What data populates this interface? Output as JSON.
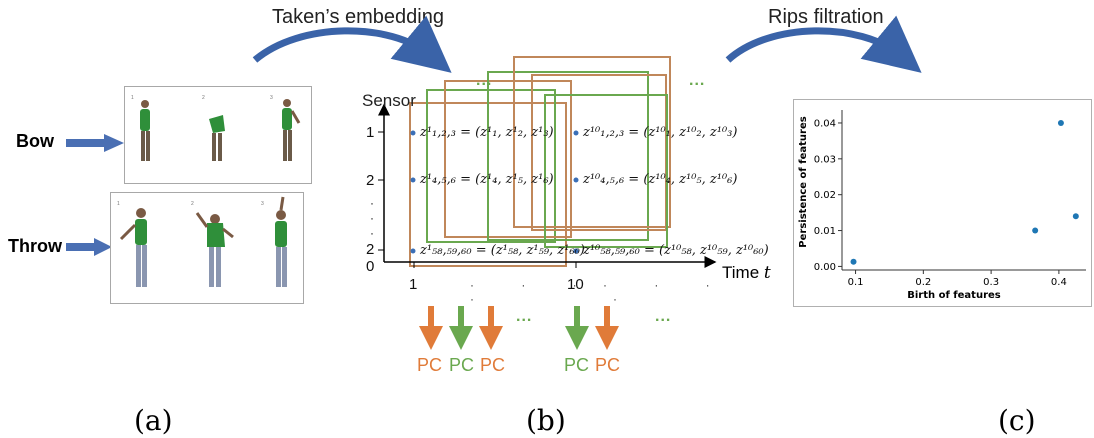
{
  "top_labels": {
    "takens": "Taken’s embedding",
    "rips": "Rips filtration"
  },
  "panel_a": {
    "bow_label": "Bow",
    "throw_label": "Throw",
    "bow_frames": [
      "1",
      "2",
      "3"
    ],
    "throw_frames": [
      "1",
      "2",
      "3"
    ]
  },
  "panel_b": {
    "y_axis_label": "Sensor",
    "x_axis_label": "Time",
    "x_axis_var": "t",
    "y_ticks": [
      "1",
      "2",
      "·",
      "·",
      "·",
      "2",
      "0"
    ],
    "x_ticks": [
      "1",
      "10"
    ],
    "equations_left": [
      "z¹₁,₂,₃ = (z¹₁, z¹₂, z¹₃)",
      "z¹₄,₅,₆ = (z¹₄, z¹₅, z¹₆)",
      "z¹₅₈,₅₉,₆₀ = (z¹₅₈, z¹₅₉, z¹₆₀)"
    ],
    "equations_right": [
      "z¹⁰₁,₂,₃ = (z¹⁰₁, z¹⁰₂, z¹⁰₃)",
      "z¹⁰₄,₅,₆ = (z¹⁰₄, z¹⁰₅, z¹⁰₆)",
      "z¹⁰₅₈,₅₉,₆₀ = (z¹⁰₅₈, z¹⁰₅₉, z¹⁰₆₀)"
    ],
    "ellipsis": "...",
    "pc_labels": [
      "PC",
      "PC",
      "PC",
      "PC",
      "PC"
    ],
    "colors": {
      "orange": "#e07b39",
      "green": "#6aa84f",
      "brown": "#c0875a",
      "dot": "#3b6fb6"
    }
  },
  "panel_c": {
    "chart_data": {
      "type": "scatter",
      "xlabel": "Birth of features",
      "ylabel": "Persistence of features",
      "xlim": [
        0.08,
        0.44
      ],
      "ylim": [
        -0.001,
        0.0425
      ],
      "xticks": [
        "0.1",
        "0.2",
        "0.3",
        "0.4"
      ],
      "yticks": [
        "0.00",
        "0.01",
        "0.02",
        "0.03",
        "0.04"
      ],
      "points": [
        {
          "x": 0.097,
          "y": 0.0013
        },
        {
          "x": 0.365,
          "y": 0.01
        },
        {
          "x": 0.403,
          "y": 0.04
        },
        {
          "x": 0.425,
          "y": 0.014
        }
      ],
      "color": "#1f77b4"
    }
  },
  "captions": [
    "(a)",
    "(b)",
    "(c)"
  ]
}
